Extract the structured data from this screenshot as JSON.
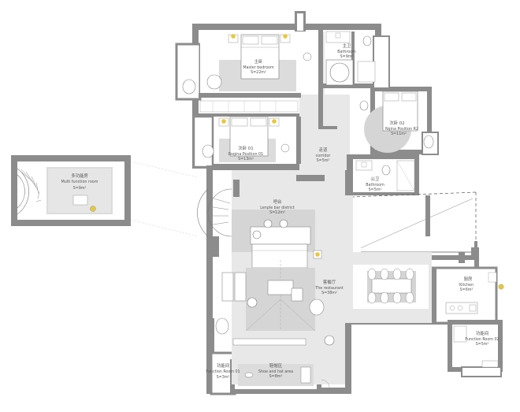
{
  "rooms": {
    "master_bedroom": {
      "cn": "主卧",
      "en": "Master bedroom",
      "area": "S=22m²"
    },
    "master_bath": {
      "cn": "主卫",
      "en": "Bathroom",
      "area": "S=9m²"
    },
    "bedroom_02": {
      "cn": "次卧 02",
      "en": "Ngina Position R2",
      "area": "S=11m²"
    },
    "bedroom_01": {
      "cn": "次卧 01",
      "en": "Rogina Position 01",
      "area": "S=13m²"
    },
    "corridor": {
      "cn": "走道",
      "en": "corridor",
      "area": "S=5m²"
    },
    "public_bath": {
      "cn": "公卫",
      "en": "Bathroom",
      "area": "S=5m²"
    },
    "multi_room": {
      "cn": "多功能房",
      "en": "Multi function room",
      "area": "S=9m²"
    },
    "bar": {
      "cn": "吧台",
      "en": "Lenple bar district",
      "area": "S=12m²"
    },
    "dining": {
      "cn": "客餐厅",
      "en": "The restaurant",
      "area": "S=38m²"
    },
    "kitchen": {
      "cn": "厨房",
      "en": "Kitchen",
      "area": "S=6m²"
    },
    "function_02": {
      "cn": "功能间",
      "en": "Function Room 02",
      "area": "S=5m²"
    },
    "function_01": {
      "cn": "功能间",
      "en": "Function Room 01",
      "area": "S=3m²"
    },
    "shoe_area": {
      "cn": "鞋帽区",
      "en": "Shoe and hat area",
      "area": "S=8m²"
    }
  },
  "colors": {
    "wall": "#8c8c8c",
    "floor": "#e8e8e8",
    "rug": "#d5d5d5",
    "accent": "#e8c83a"
  }
}
